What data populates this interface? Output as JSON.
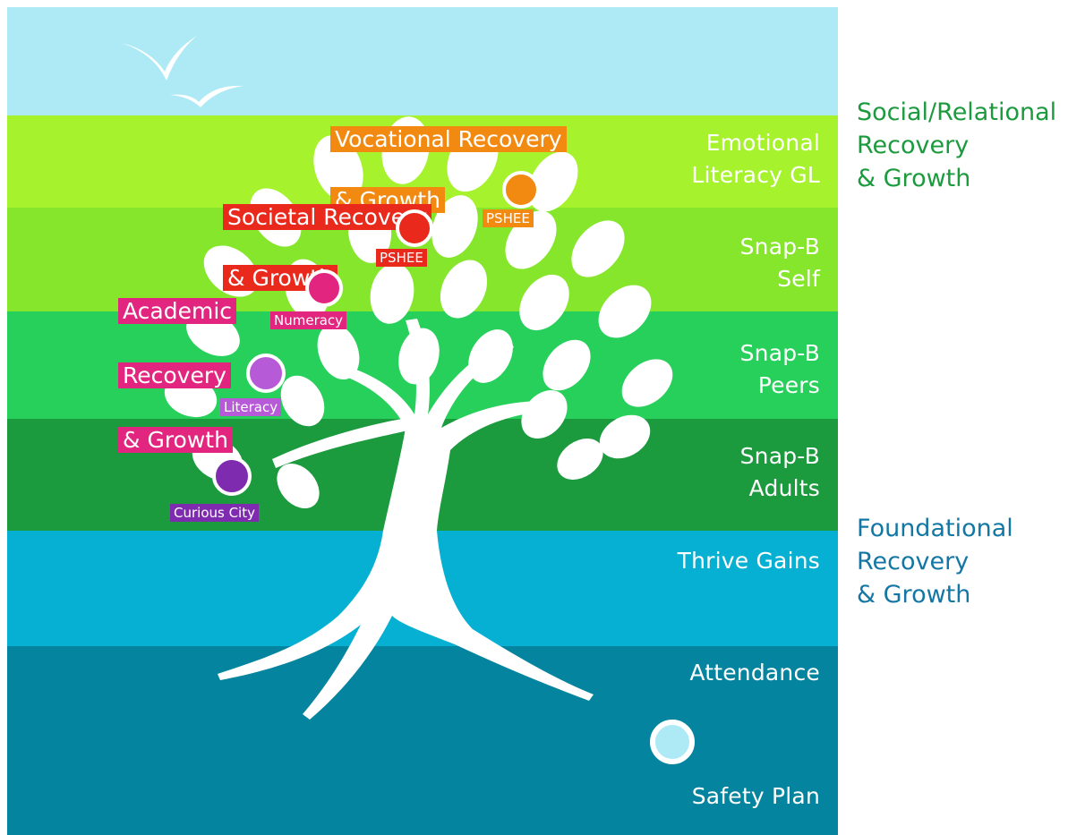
{
  "colors": {
    "sky": "#aeeaf5",
    "emotional": "#a6f22c",
    "snap_self": "#86e62c",
    "snap_peers": "#27d05a",
    "snap_adults": "#1c9a3e",
    "thrive": "#06b0d2",
    "attendance": "#04849e",
    "tree": "#ffffff",
    "vocational": "#f28a12",
    "societal": "#e8291c",
    "academic": "#e2257e",
    "literacy": "#b65ad8",
    "curious_city": "#7e2bb0",
    "social_heading": "#1c9a3e",
    "foundational_heading": "#1477a3"
  },
  "bands": {
    "emotional_literacy": "Emotional\nLiteracy GL",
    "snap_b_self": "Snap-B\nSelf",
    "snap_b_peers": "Snap-B\nPeers",
    "snap_b_adults": "Snap-B\nAdults",
    "thrive_gains": "Thrive Gains",
    "attendance": "Attendance",
    "safety_plan": "Safety Plan"
  },
  "tags": {
    "vocational": [
      "Vocational Recovery",
      "& Growth"
    ],
    "societal": [
      "Societal Recovery",
      "& Growth"
    ],
    "academic": [
      "Academic",
      "Recovery",
      "& Growth"
    ]
  },
  "fruit_labels": {
    "pshee_orange": "PSHEE",
    "pshee_red": "PSHEE",
    "numeracy": "Numeracy",
    "literacy": "Literacy",
    "curious_city": "Curious City"
  },
  "side_headings": {
    "social": "Social/Relational\nRecovery\n& Growth",
    "foundational": "Foundational\nRecovery\n& Growth"
  }
}
